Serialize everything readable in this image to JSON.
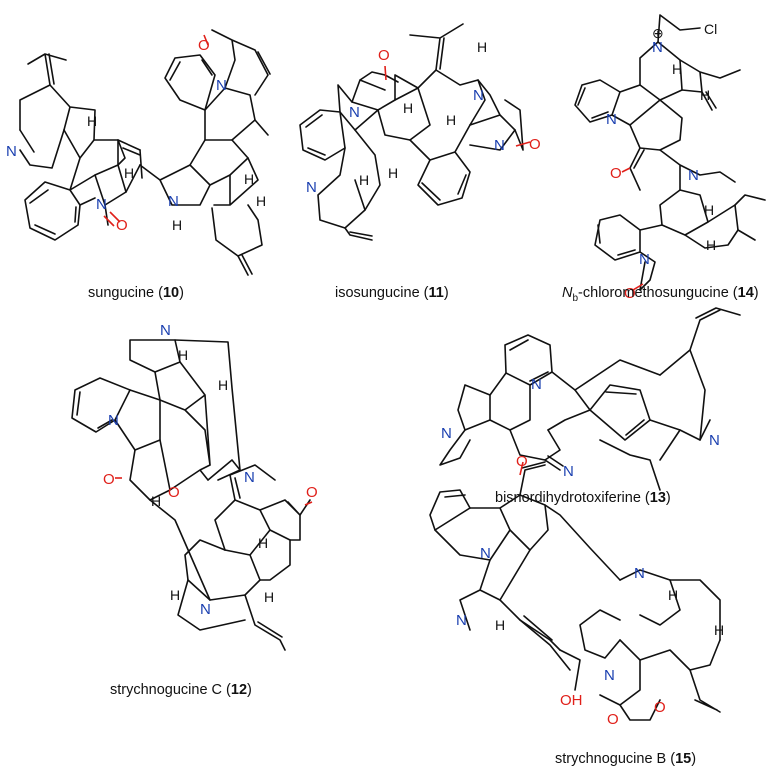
{
  "colors": {
    "bond": "#111111",
    "nitrogen": "#1a3fb0",
    "oxygen": "#e0201a",
    "background": "#ffffff"
  },
  "atoms": {
    "N": "N",
    "O": "O",
    "H": "H",
    "Cl": "Cl",
    "plus": "⊕"
  },
  "compounds": [
    {
      "name": "sungucine",
      "number": "10"
    },
    {
      "name": "isosungucine",
      "number": "11"
    },
    {
      "name_prefix": "N",
      "name_sub": "b",
      "name": "-chloromethosungucine",
      "number": "14"
    },
    {
      "name": "strychnogucine C",
      "number": "12"
    },
    {
      "name": "bisnordihydrotoxiferine",
      "number": "13"
    },
    {
      "name": "strychnogucine B",
      "number": "15"
    }
  ]
}
